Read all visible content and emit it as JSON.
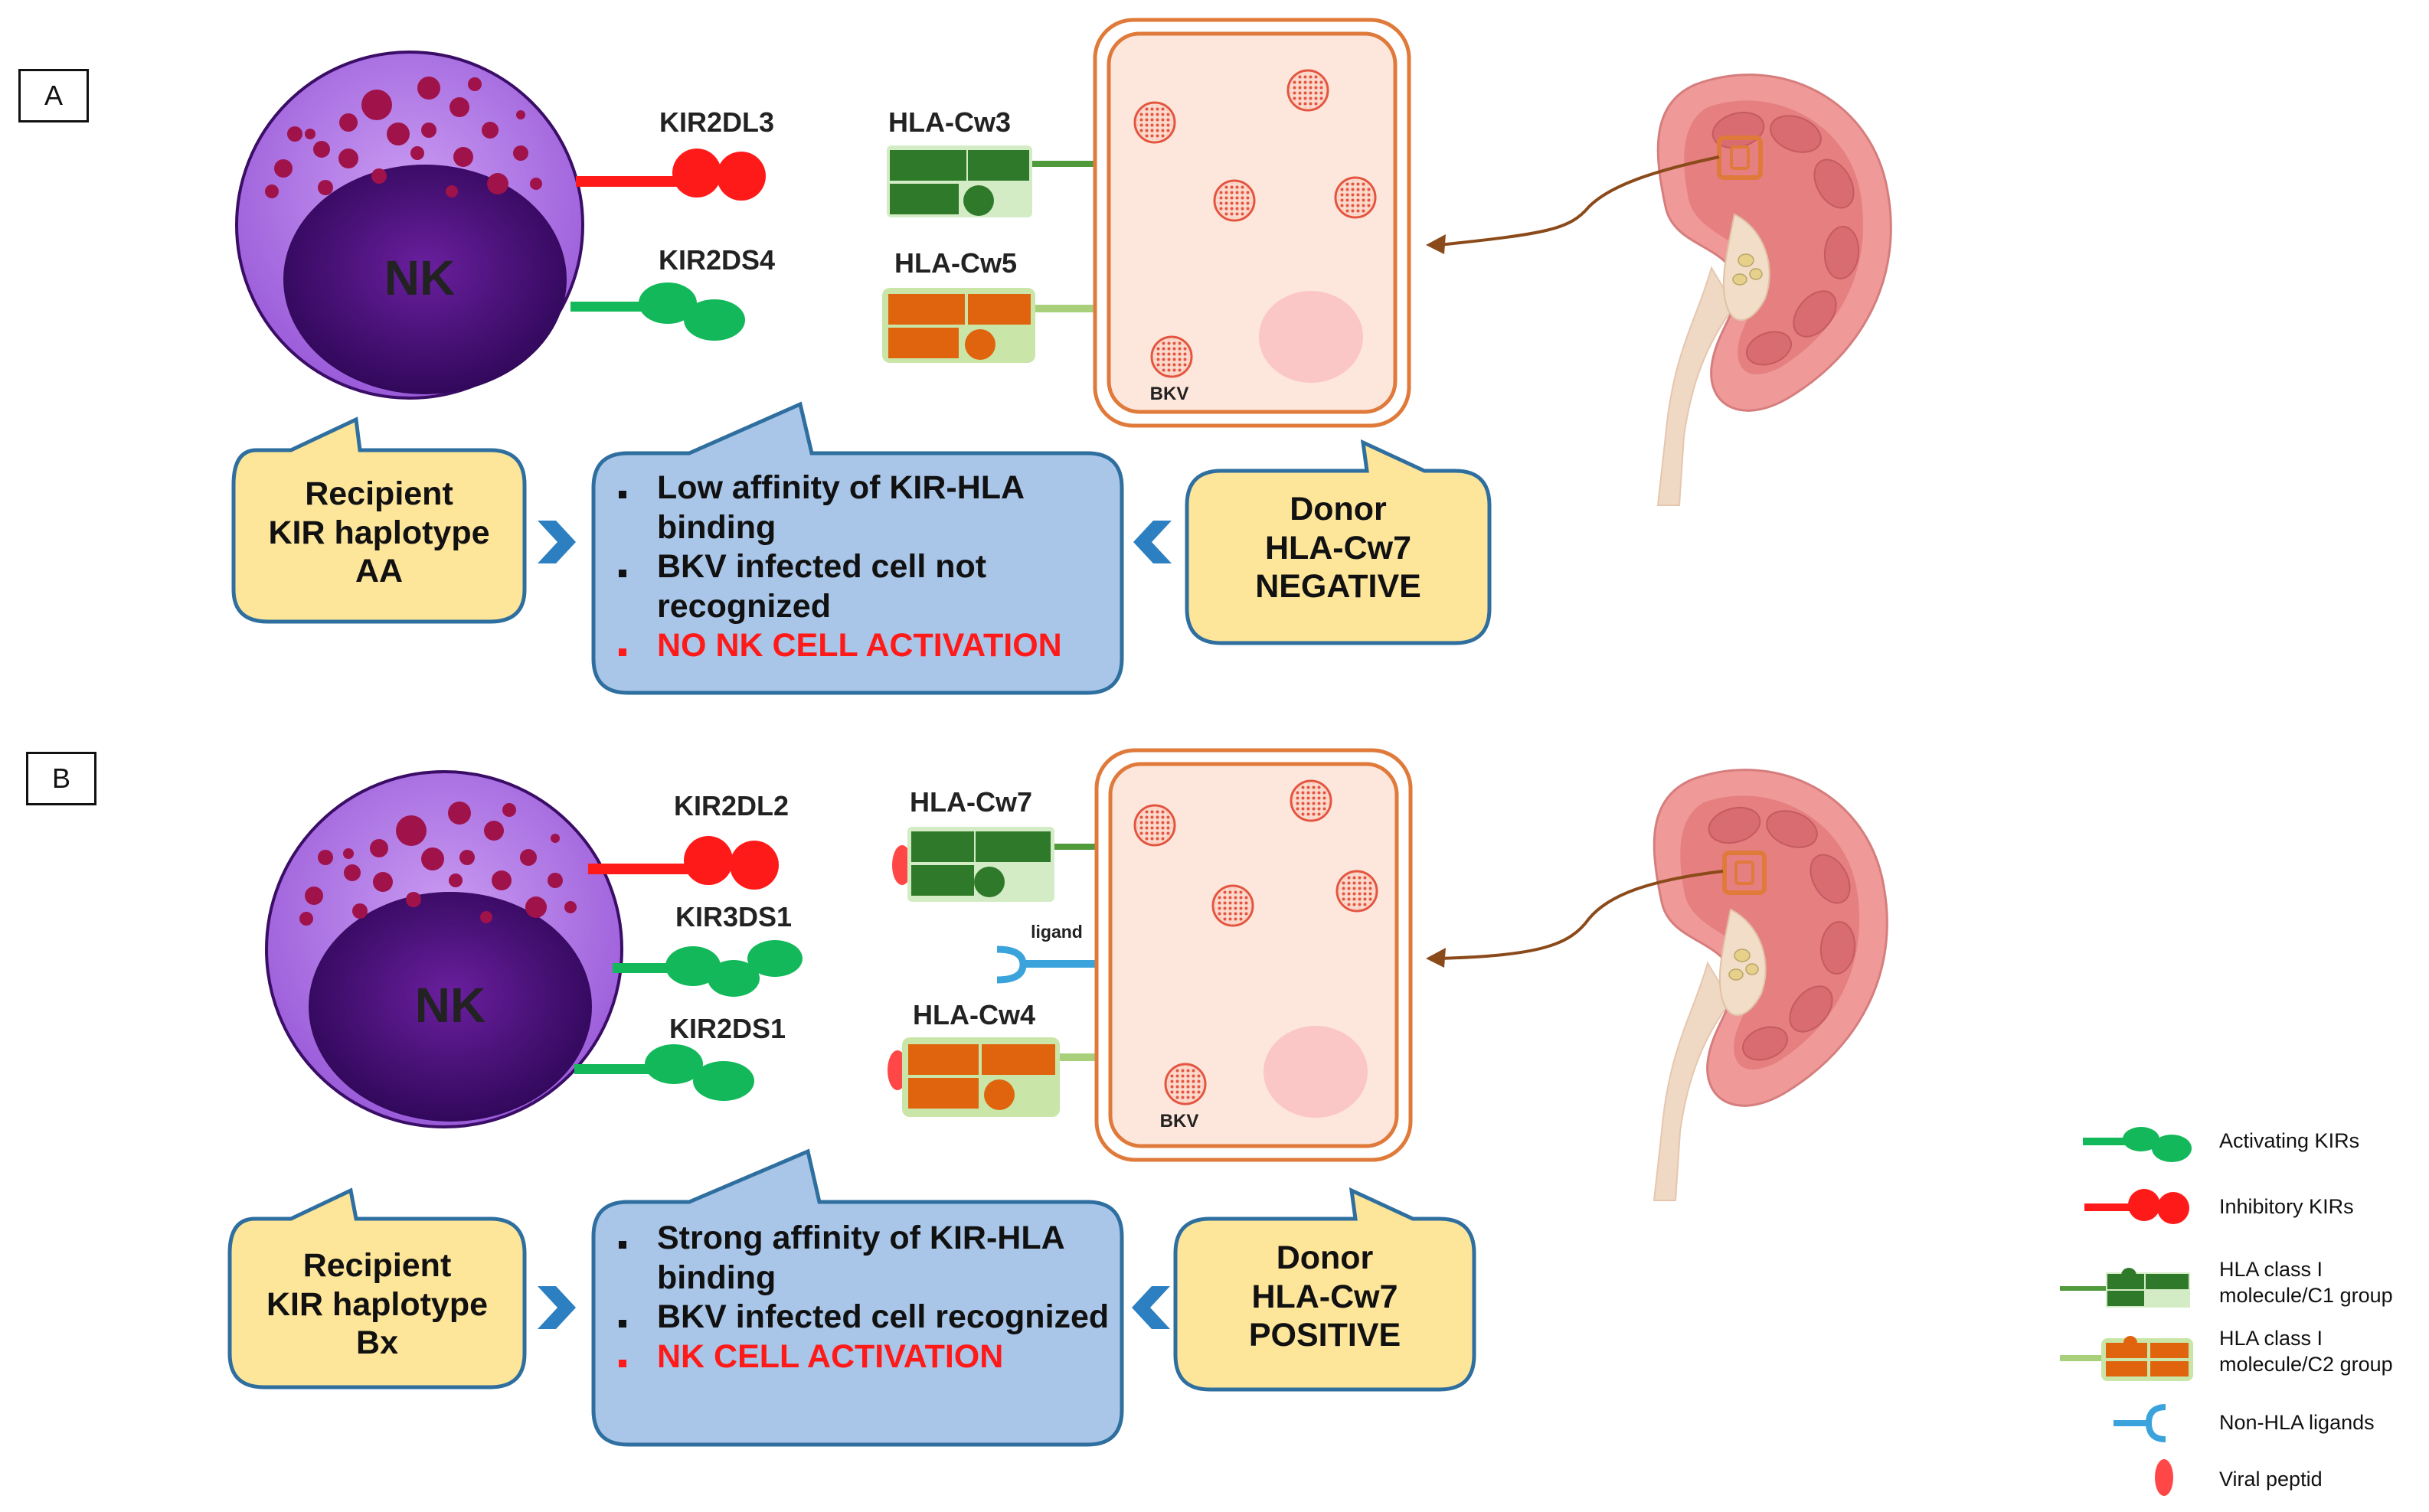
{
  "panels": {
    "a": {
      "tag": "A",
      "nk_label": "NK",
      "receptors": [
        "KIR2DL3",
        "KIR2DS4"
      ],
      "hla": [
        "HLA-Cw3",
        "HLA-Cw5"
      ],
      "virus_label": "BKV",
      "recipient": [
        "Recipient",
        "KIR haplotype",
        "AA"
      ],
      "center_items": [
        "Low affinity of KIR-HLA binding",
        "BKV infected cell not recognized",
        "NO NK CELL ACTIVATION"
      ],
      "donor": [
        "Donor",
        "HLA-Cw7",
        "NEGATIVE"
      ]
    },
    "b": {
      "tag": "B",
      "nk_label": "NK",
      "receptors": [
        "KIR2DL2",
        "KIR3DS1",
        "KIR2DS1"
      ],
      "hla": [
        "HLA-Cw7",
        "HLA-Cw4"
      ],
      "ligand_label": "ligand",
      "virus_label": "BKV",
      "recipient": [
        "Recipient",
        "KIR haplotype",
        "Bx"
      ],
      "center_items": [
        "Strong affinity of KIR-HLA binding",
        "BKV infected cell recognized",
        "NK CELL ACTIVATION"
      ],
      "donor": [
        "Donor",
        "HLA-Cw7",
        "POSITIVE"
      ]
    }
  },
  "legend": [
    {
      "label": "Activating KIRs",
      "icon": "activating-kir-icon"
    },
    {
      "label": "Inhibitory KIRs",
      "icon": "inhibitory-kir-icon"
    },
    {
      "label": "HLA class I molecule/C1 group",
      "icon": "hla-c1-icon"
    },
    {
      "label": "HLA class I molecule/C2 group",
      "icon": "hla-c2-icon"
    },
    {
      "label": "Non-HLA ligands",
      "icon": "non-hla-ligand-icon"
    },
    {
      "label": "Viral peptid",
      "icon": "viral-peptide-icon"
    }
  ],
  "colors": {
    "nk_outer": "#a76ae0",
    "nk_nucleus": "#3c0b6b",
    "granule": "#a0124a",
    "inhibitory": "#ff1a1a",
    "activating": "#12b85a",
    "hla_c1": "#2f7a2a",
    "hla_c2": "#e0640e",
    "cell_fill": "#fde6dc",
    "cell_border": "#e07a3a",
    "callout_yellow": "#fde59a",
    "callout_blue": "#a9c6e8",
    "callout_border": "#2f6f9f",
    "ligand": "#3aa3dc",
    "kidney": "#e88c8c"
  }
}
